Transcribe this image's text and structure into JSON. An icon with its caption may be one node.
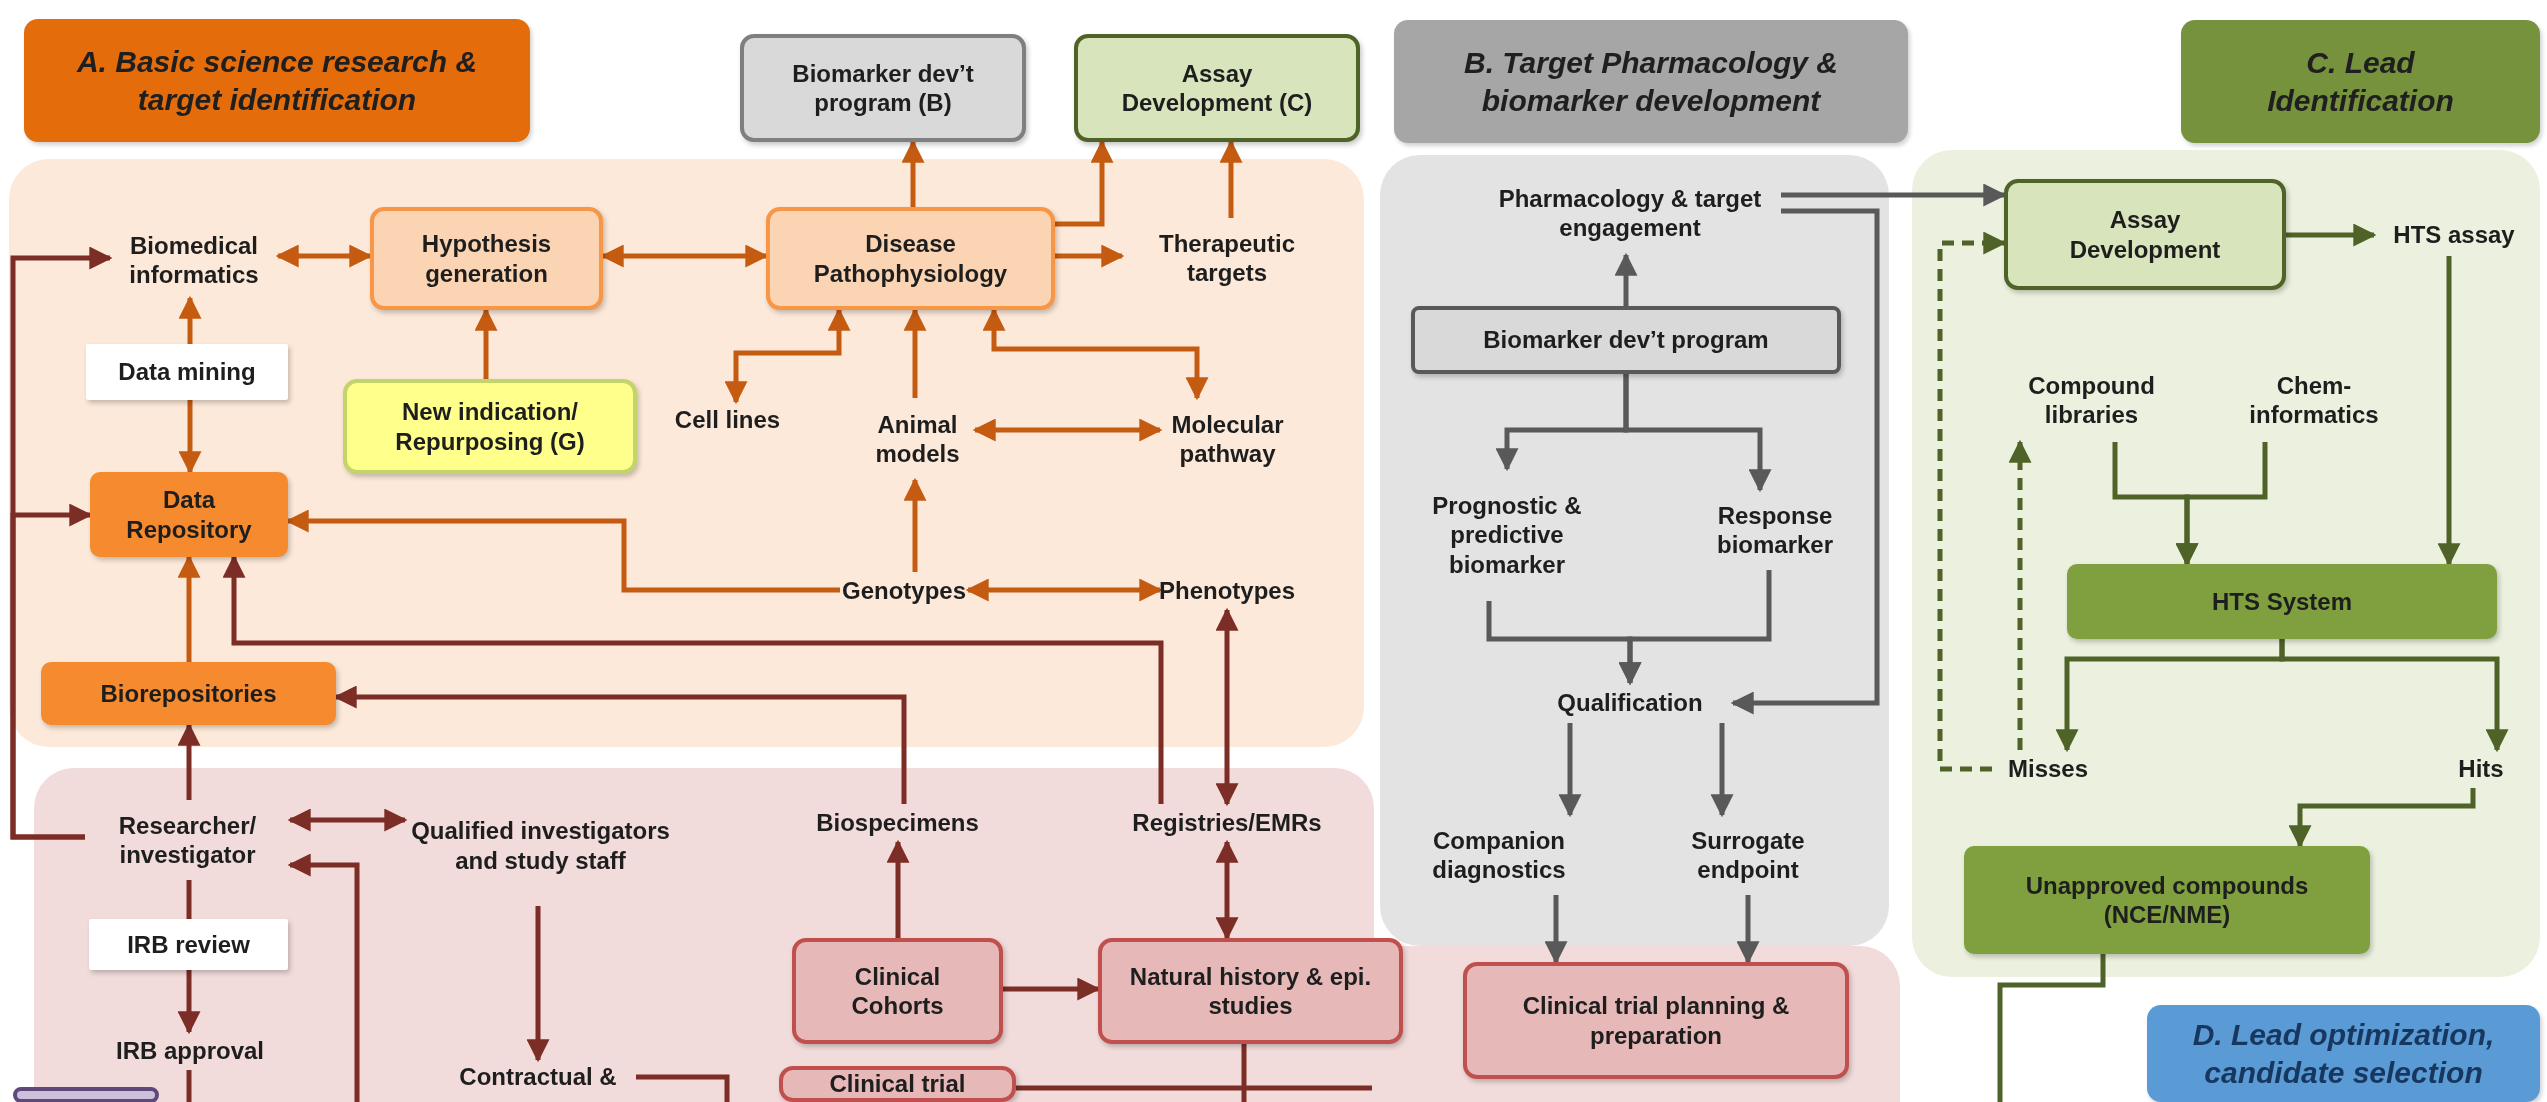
{
  "diagram": {
    "nodes": [
      {
        "text": [
          "A. Basic science research & target identification"
        ]
      },
      {
        "text": [
          "Biomarker dev’t program (B)"
        ]
      },
      {
        "text": [
          "Assay Development (C)"
        ]
      },
      {
        "text": [
          "Biomedical informatics"
        ],
        "in": 0
      },
      {
        "text": [
          "Hypothesis generation"
        ],
        "in": 0
      },
      {
        "text": [
          "Disease Pathophysiology"
        ],
        "in": 0
      },
      {
        "text": [
          "Therapeutic targets"
        ],
        "in": 0
      },
      {
        "text": [
          "Data mining"
        ],
        "in": 0
      },
      {
        "text": [
          "New indication/ Repurposing (G)"
        ],
        "in": 0
      },
      {
        "text": [
          "Cell lines"
        ],
        "in": 0
      },
      {
        "text": [
          "Animal models"
        ],
        "in": 0
      },
      {
        "text": [
          "Molecular pathway"
        ],
        "in": 0
      },
      {
        "text": [
          "Data Repository"
        ],
        "in": 0
      },
      {
        "text": [
          "Genotypes"
        ],
        "in": 0
      },
      {
        "text": [
          "Phenotypes"
        ],
        "in": 0
      },
      {
        "text": [
          "Biorepositories"
        ],
        "in": 0
      },
      {
        "text": [
          "B. Target Pharmacology & biomarker development"
        ]
      },
      {
        "text": [
          "Pharmacology & target engagement"
        ],
        "in": 16
      },
      {
        "text": [
          "Biomarker dev’t program"
        ],
        "in": 16
      },
      {
        "text": [
          "Prognostic & predictive biomarker"
        ],
        "in": 16
      },
      {
        "text": [
          "Response biomarker"
        ],
        "in": 16
      },
      {
        "text": [
          "Qualification"
        ],
        "in": 16
      },
      {
        "text": [
          "Companion diagnostics"
        ],
        "in": 16
      },
      {
        "text": [
          "Surrogate endpoint"
        ],
        "in": 16
      },
      {
        "text": [
          "C. Lead Identification"
        ]
      },
      {
        "text": [
          "Assay Development"
        ],
        "in": 24
      },
      {
        "text": [
          "HTS assay"
        ],
        "in": 24
      },
      {
        "text": [
          "Compound libraries"
        ],
        "in": 24
      },
      {
        "text": [
          "Chem- informatics"
        ],
        "in": 24
      },
      {
        "text": [
          "HTS System"
        ],
        "in": 24
      },
      {
        "text": [
          "Misses"
        ],
        "in": 24
      },
      {
        "text": [
          "Hits"
        ],
        "in": 24
      },
      {
        "text": [
          "Unapproved compounds (NCE/NME)"
        ],
        "in": 24
      },
      {
        "text": [],
        "shape": "box"
      },
      {
        "text": [
          "Researcher/ investigator"
        ],
        "in": 33
      },
      {
        "text": [
          "Qualified investigators and study staff"
        ],
        "in": 33
      },
      {
        "text": [
          "Biospecimens"
        ],
        "in": 33
      },
      {
        "text": [
          "Registries/EMRs"
        ],
        "in": 33
      },
      {
        "text": [
          "IRB review"
        ],
        "in": 33
      },
      {
        "text": [
          "IRB approval"
        ],
        "in": 33
      },
      {
        "text": [
          "Contractual &"
        ],
        "in": 33
      },
      {
        "text": [
          "Clinical Cohorts"
        ],
        "in": 33
      },
      {
        "text": [
          "Natural history & epi. studies"
        ],
        "in": 33
      },
      {
        "text": [
          "Clinical trial planning & preparation"
        ]
      },
      {
        "text": [
          "Clinical trial"
        ],
        "in": 33
      },
      {
        "text": [],
        "shape": "box"
      },
      {
        "text": [
          "D. Lead optimization, candidate selection"
        ]
      }
    ],
    "edges": [
      {
        "from": 3,
        "to": 4,
        "arrow": "both",
        "color": "#c55a11"
      },
      {
        "from": 4,
        "to": 5,
        "arrow": "both",
        "color": "#c55a11"
      },
      {
        "from": 5,
        "to": 1,
        "arrow": "to",
        "color": "#c55a11"
      },
      {
        "from": 5,
        "to": 2,
        "arrow": "to",
        "color": "#c55a11"
      },
      {
        "from": 5,
        "to": 6,
        "arrow": "to",
        "color": "#c55a11"
      },
      {
        "from": 6,
        "to": 2,
        "arrow": "to",
        "color": "#c55a11"
      },
      {
        "from": 7,
        "to": 3,
        "arrow": "to",
        "color": "#c55a11"
      },
      {
        "from": 7,
        "to": 12,
        "arrow": "to",
        "color": "#c55a11"
      },
      {
        "from": 8,
        "to": 4,
        "arrow": "to",
        "color": "#c55a11"
      },
      {
        "from": 9,
        "to": 5,
        "arrow": "both",
        "color": "#c55a11"
      },
      {
        "from": 10,
        "to": 5,
        "arrow": "to",
        "color": "#c55a11"
      },
      {
        "from": 11,
        "to": 5,
        "arrow": "both",
        "color": "#c55a11"
      },
      {
        "from": 10,
        "to": 11,
        "arrow": "both",
        "color": "#c55a11"
      },
      {
        "from": 13,
        "to": 10,
        "arrow": "to",
        "color": "#c55a11"
      },
      {
        "from": 13,
        "to": 12,
        "arrow": "to",
        "color": "#c55a11"
      },
      {
        "from": 13,
        "to": 14,
        "arrow": "both",
        "color": "#c55a11"
      },
      {
        "from": 15,
        "to": 12,
        "arrow": "to",
        "color": "#c55a11"
      },
      {
        "from": 14,
        "to": 37,
        "arrow": "both"
      },
      {
        "from": 37,
        "to": 12,
        "arrow": "to"
      },
      {
        "from": 36,
        "to": 15,
        "arrow": "to"
      },
      {
        "from": 34,
        "to": 15,
        "arrow": "to"
      },
      {
        "from": 34,
        "to": 3,
        "arrow": "to"
      },
      {
        "from": 34,
        "to": 12,
        "arrow": "to"
      },
      {
        "from": 34,
        "to": 35,
        "arrow": "both"
      },
      {
        "from": 41,
        "to": 36,
        "arrow": "to"
      },
      {
        "from": 37,
        "to": 42,
        "arrow": "both"
      },
      {
        "from": 41,
        "to": 42,
        "arrow": "to"
      },
      {
        "from": 35,
        "to": 40,
        "arrow": "to"
      },
      {
        "from": 34,
        "to": 38,
        "arrow": "none"
      },
      {
        "from": 38,
        "to": 39,
        "arrow": "to"
      },
      {
        "from": null,
        "to": 34,
        "arrow": "to"
      },
      {
        "from": 40,
        "to": null,
        "arrow": "none"
      },
      {
        "from": 42,
        "to": null,
        "arrow": "none"
      },
      {
        "from": 44,
        "to": null,
        "arrow": "none"
      },
      {
        "from": 39,
        "to": null,
        "arrow": "none"
      },
      {
        "from": 17,
        "to": 25,
        "arrow": "to",
        "color": "#595959"
      },
      {
        "from": 17,
        "to": 21,
        "arrow": "to",
        "color": "#595959"
      },
      {
        "from": 18,
        "to": 17,
        "arrow": "to",
        "color": "#595959"
      },
      {
        "from": 18,
        "to": 19,
        "arrow": "to",
        "color": "#595959"
      },
      {
        "from": 18,
        "to": 20,
        "arrow": "to",
        "color": "#595959"
      },
      {
        "from": 19,
        "to": 21,
        "arrow": "to",
        "color": "#595959"
      },
      {
        "from": 20,
        "to": 21,
        "arrow": "to",
        "color": "#595959"
      },
      {
        "from": 21,
        "to": 22,
        "arrow": "to",
        "color": "#595959"
      },
      {
        "from": 21,
        "to": 23,
        "arrow": "to",
        "color": "#595959"
      },
      {
        "from": 22,
        "to": 43,
        "arrow": "to",
        "color": "#595959"
      },
      {
        "from": 23,
        "to": 43,
        "arrow": "to",
        "color": "#595959"
      },
      {
        "from": 25,
        "to": 26,
        "arrow": "to",
        "color": "#4f6228"
      },
      {
        "from": 26,
        "to": 29,
        "arrow": "to",
        "color": "#4f6228"
      },
      {
        "from": 27,
        "to": 29,
        "arrow": "to",
        "color": "#4f6228"
      },
      {
        "from": 28,
        "to": 29,
        "arrow": "to",
        "color": "#4f6228"
      },
      {
        "from": 29,
        "to": 30,
        "arrow": "to",
        "color": "#4f6228"
      },
      {
        "from": 29,
        "to": 31,
        "arrow": "to",
        "color": "#4f6228"
      },
      {
        "from": 30,
        "to": 25,
        "arrow": "to",
        "style": "dashed",
        "color": "#4f6228"
      },
      {
        "from": 30,
        "to": 27,
        "arrow": "to",
        "style": "dashed",
        "color": "#4f6228"
      },
      {
        "from": 31,
        "to": 32,
        "arrow": "to",
        "color": "#4f6228"
      },
      {
        "from": 32,
        "to": null,
        "arrow": "none",
        "color": "#4f6228"
      }
    ]
  }
}
